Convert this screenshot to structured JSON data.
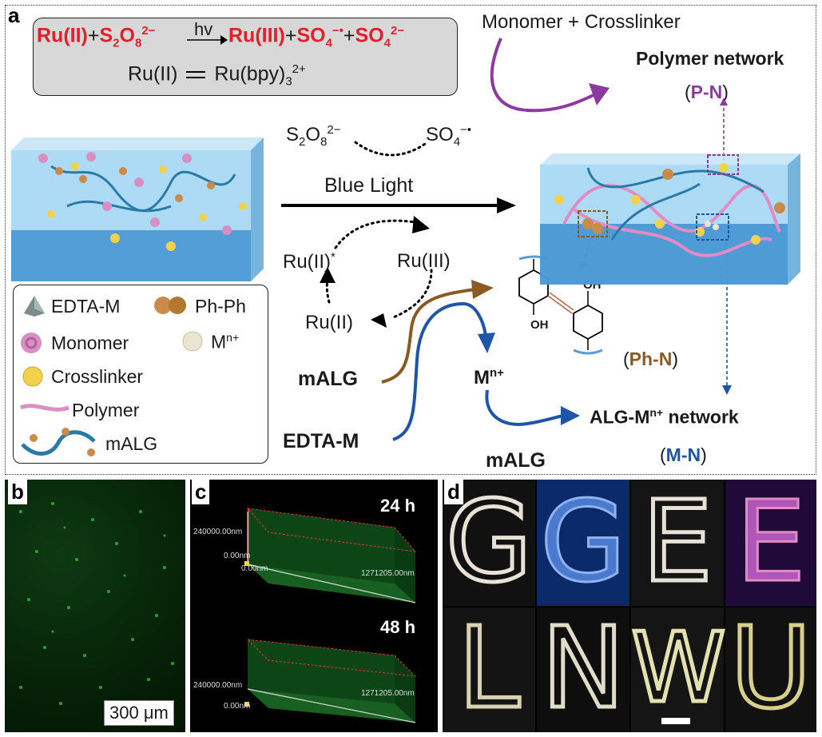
{
  "panels": {
    "a": "a",
    "b": "b",
    "c": "c",
    "d": "d"
  },
  "equation": {
    "ru2": "Ru(II)",
    "plus1": "+",
    "s2o8": "S",
    "s2o8_sub1": "2",
    "s2o8_o": "O",
    "s2o8_sub2": "8",
    "s2o8_sup": "2−",
    "hv": "hv",
    "ru3": "Ru(III)",
    "plus2": "+",
    "so4_rad": "SO",
    "so4_rad_sub": "4",
    "so4_rad_sup": "−•",
    "plus3": "+",
    "so4": "SO",
    "so4_sub": "4",
    "so4_sup": "2−",
    "line2_left": "Ru(II)",
    "line2_right": "Ru(bpy)",
    "line2_sub": "3",
    "line2_sup": "2+"
  },
  "diagram": {
    "monomer_crosslinker": "Monomer + Crosslinker",
    "polymer_network": "Polymer network",
    "pn_open": "(",
    "pn": "P-N",
    "pn_close": ")",
    "s2o8": "S",
    "s2o8_sub1": "2",
    "s2o8_o": "O",
    "s2o8_sub2": "8",
    "s2o8_sup": "2−",
    "so4": "SO",
    "so4_sub": "4",
    "so4_sup": "−•",
    "blue_light": "Blue Light",
    "ru2_star": "Ru(II)",
    "ru2_star_sup": "*",
    "ru3": "Ru(III)",
    "ru2": "Ru(II)",
    "malg1": "mALG",
    "mn": "M",
    "mn_sup": "n+",
    "edta": "EDTA-M",
    "malg2": "mALG",
    "phn_open": "(",
    "phn": "Ph-N",
    "phn_close": ")",
    "alg_network": "ALG-M",
    "alg_network_sup": "n+",
    "alg_network_tail": " network",
    "mn_open": "(",
    "mn_net": "M-N",
    "mn_close": ")",
    "oh_top": "OH",
    "oh_bottom": "OH"
  },
  "legend": {
    "edta": "EDTA-M",
    "phph": "Ph-Ph",
    "monomer": "Monomer",
    "mn": "M",
    "mn_sup": "n+",
    "crosslinker": "Crosslinker",
    "polymer": "Polymer",
    "malg": "mALG"
  },
  "panel_b": {
    "scale": "300 μm"
  },
  "panel_c": {
    "top_time": "24 h",
    "bottom_time": "48 h",
    "y_axis": "240000.00nm",
    "origin": "0.00nm",
    "x_origin": "0.00nm",
    "x_axis": "1271205.00nm"
  },
  "panel_d": {
    "letters_top": [
      "G",
      "G",
      "E",
      "E"
    ],
    "letters_bottom": [
      "L",
      "N",
      "W",
      "U"
    ]
  },
  "colors": {
    "red": "#e0202a",
    "purple": "#8c3aa0",
    "brown": "#8b5a22",
    "blue": "#1f55a8",
    "fluor_green": "#2ecc3a"
  }
}
